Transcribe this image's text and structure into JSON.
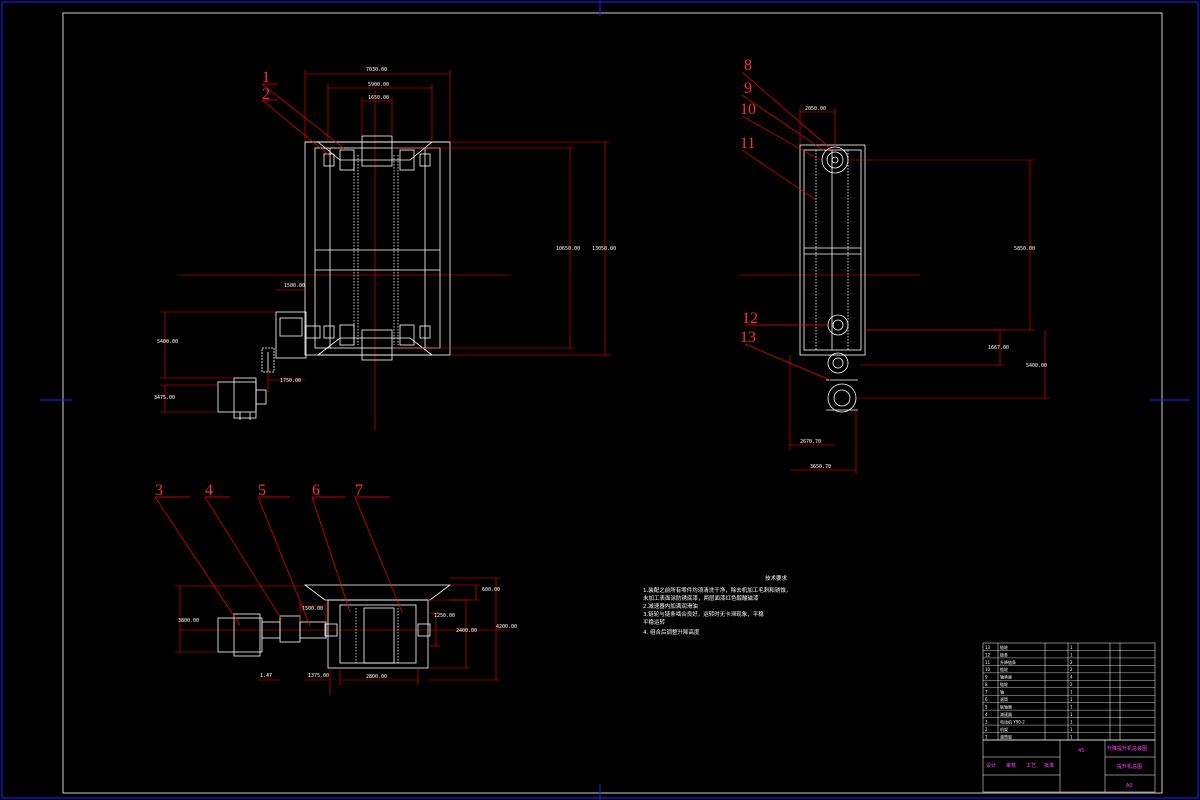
{
  "colors": {
    "background": "#000000",
    "frame": "#0000ff",
    "geometry": "#ffffff",
    "callout": "#ff0000",
    "dimension": "#ff0000",
    "title_block": "#ff00ff"
  },
  "front_view": {
    "dims": {
      "top_overall": "7030.00",
      "top_mid": "5900.00",
      "top_inner": "1650.00",
      "height_inner": "10650.00",
      "height_outer": "13050.00",
      "motor_offset": "1500.00",
      "motor_height": "5400.00",
      "base_height": "3475.00",
      "motor_drop": "1750.00"
    },
    "callouts": [
      "1",
      "2"
    ]
  },
  "side_view": {
    "dims": {
      "top_width": "2050.00",
      "height": "5850.00",
      "right_a": "1667.00",
      "right_b": "5400.00",
      "bottom_a": "2670.70",
      "bottom_b": "3650.70"
    },
    "callouts": [
      "8",
      "9",
      "10",
      "11",
      "12",
      "13"
    ]
  },
  "bottom_view": {
    "dims": {
      "left_height": "3800.00",
      "shaft": "1500.00",
      "inner_a": "1250.00",
      "right_a": "600.00",
      "right_b": "2400.00",
      "right_c": "4200.00",
      "bottom_left": "1.47",
      "bottom_mid": "1375.00",
      "bottom_width": "2800.00"
    },
    "callouts": [
      "3",
      "4",
      "5",
      "6",
      "7"
    ]
  },
  "tech_notes": {
    "title": "技术要求",
    "lines": [
      "1.装配之前所有零件均须清洗干净，除去机加工毛刺和锈蚀，",
      "  未加工表面涂防锈底漆，两层面漆红色醇酸磁漆",
      "2.减速器内加满润滑油",
      "3.链轮与链条啮合良好，运转时无卡滞现象，平稳",
      "  平稳运转",
      "4. 组合后调整升降高度"
    ]
  },
  "title_block": {
    "drawing_title": "升降提升机总装图",
    "drawing_no": "提升机总图",
    "quantity": "45",
    "sheet": "A0",
    "parts": [
      {
        "no": "13",
        "name": "链轮",
        "qty": "1"
      },
      {
        "no": "12",
        "name": "链条",
        "qty": "1"
      },
      {
        "no": "11",
        "name": "升降链条",
        "qty": "2"
      },
      {
        "no": "10",
        "name": "链轮",
        "qty": "2"
      },
      {
        "no": "9",
        "name": "轴承座",
        "qty": "4"
      },
      {
        "no": "8",
        "name": "链轮",
        "qty": "2"
      },
      {
        "no": "7",
        "name": "轴",
        "qty": "1"
      },
      {
        "no": "6",
        "name": "滚筒",
        "qty": "1"
      },
      {
        "no": "5",
        "name": "联轴器",
        "qty": "1"
      },
      {
        "no": "4",
        "name": "减速器",
        "qty": "1"
      },
      {
        "no": "3",
        "name": "电动机 Y90-2",
        "qty": "1"
      },
      {
        "no": "2",
        "name": "机架",
        "qty": "1"
      },
      {
        "no": "1",
        "name": "滚筒架",
        "qty": "1"
      }
    ],
    "footer": [
      "设计",
      "审核",
      "工艺",
      "批准"
    ]
  }
}
